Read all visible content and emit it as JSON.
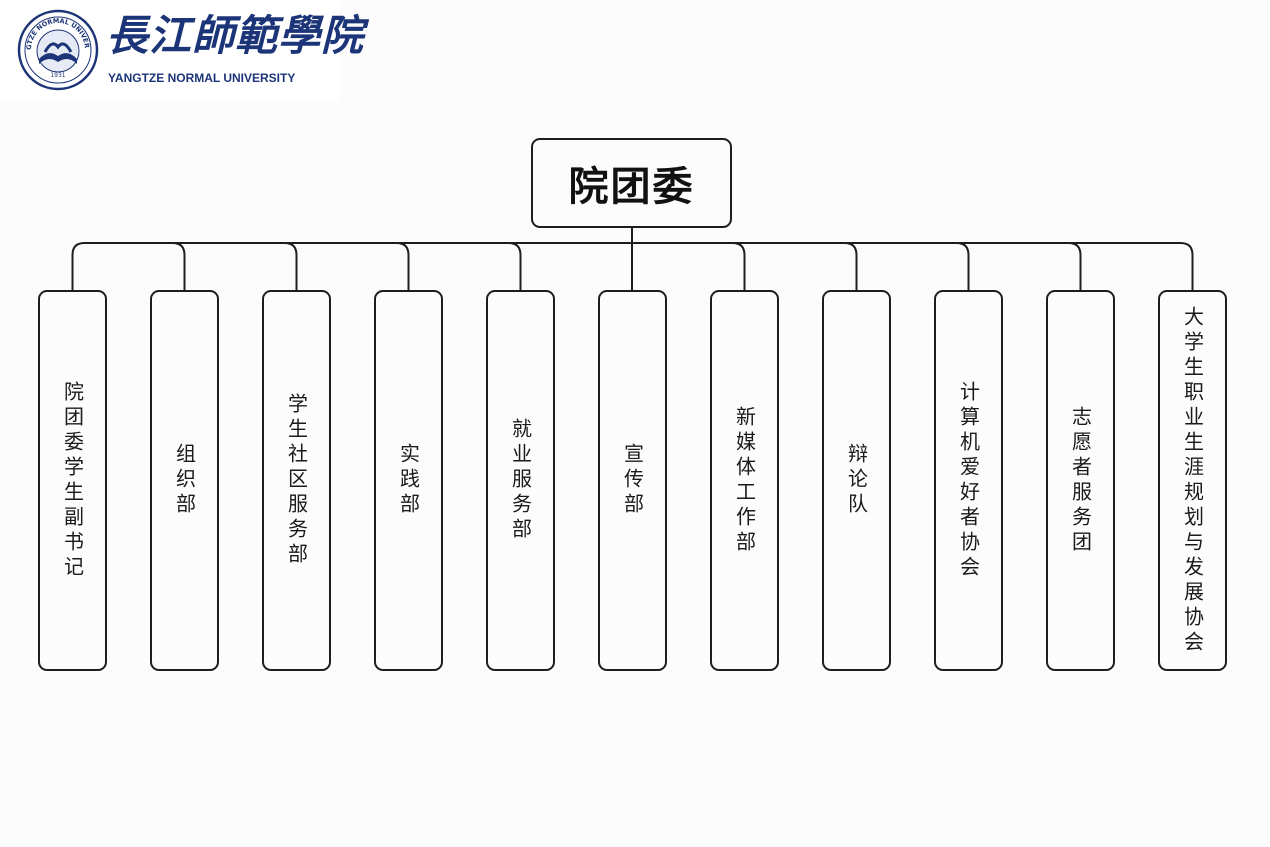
{
  "logo": {
    "name_cn": "長江師範學院",
    "name_en": "YANGTZE NORMAL UNIVERSITY",
    "seal_text": "YANGTZE NORMAL UNIVERSITY",
    "seal_year": "1931",
    "brand_color": "#1c3478"
  },
  "diagram": {
    "root": "院团委",
    "children": [
      "院团委学生副书记",
      "组织部",
      "学生社区服务部",
      "实践部",
      "就业服务部",
      "宣传部",
      "新媒体工作部",
      "辩论队",
      "计算机爱好者协会",
      "志愿者服务团",
      "大学生职业生涯规划与发展协会"
    ]
  }
}
